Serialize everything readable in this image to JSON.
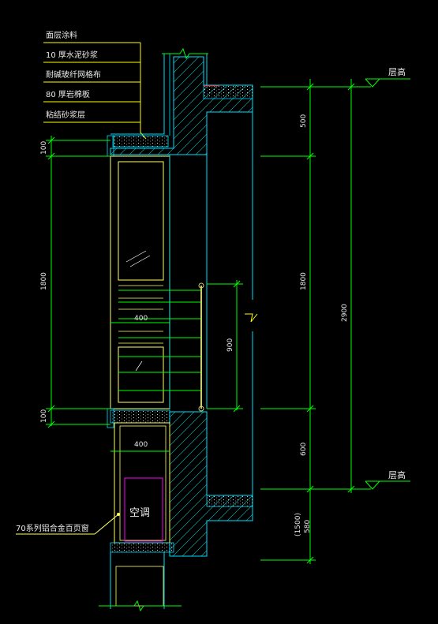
{
  "colors": {
    "background": "#000000",
    "wall_outline": "#00e0ff",
    "dimension": "#00ff00",
    "window": "#ffff66",
    "leader": "#ffff00",
    "label_text": "#e8e8e8",
    "aircon_box": "#ff00ff",
    "hatch": "#00c8c8",
    "accent_red": "#ff0000"
  },
  "layer_labels": [
    "面层涂料",
    "10 厚水泥砂浆",
    "耐碱玻纤网格布",
    "80 厚岩棉板",
    "粘结砂浆层"
  ],
  "level_marks": [
    "层高",
    "层高"
  ],
  "dims": {
    "left_100_top": "100",
    "left_1800": "1800",
    "left_100_bottom": "100",
    "right_500": "500",
    "right_1800": "1800",
    "right_600": "600",
    "right_2900": "2900",
    "right_1500": "(1500)",
    "right_580": "580",
    "rail_900": "900",
    "width_400_upper": "400",
    "width_400_lower": "400"
  },
  "aircon_label": "空调",
  "louver_label": "70系列铝合金百页窗"
}
